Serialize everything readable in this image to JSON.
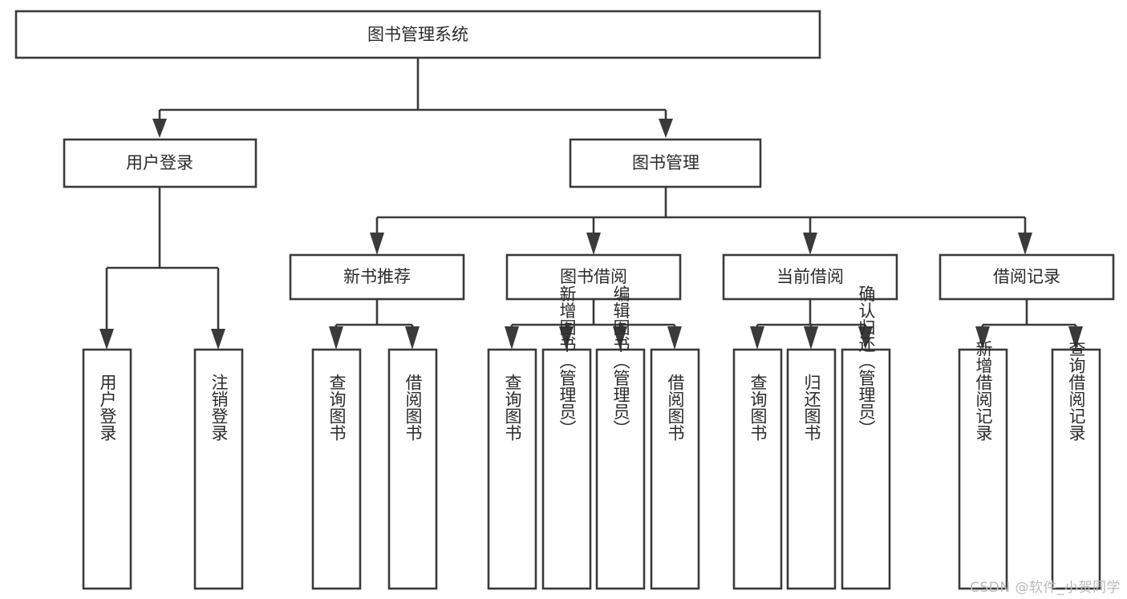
{
  "diagram": {
    "type": "tree-hierarchy",
    "title": "图书管理系统",
    "watermark": "CSDN @软件_小贺同学",
    "colors": {
      "stroke": "#3a3a3a",
      "fill": "#ffffff",
      "text": "#2b2b2b",
      "watermark": "#b9b9b9",
      "background": "#ffffff"
    },
    "root": {
      "label": "图书管理系统"
    },
    "level2": [
      {
        "label": "用户登录"
      },
      {
        "label": "图书管理"
      }
    ],
    "level3": [
      {
        "label": "新书推荐"
      },
      {
        "label": "图书借阅"
      },
      {
        "label": "当前借阅"
      },
      {
        "label": "借阅记录"
      }
    ],
    "leaves_user_login": [
      {
        "label": "用户登录"
      },
      {
        "label": "注销登录"
      }
    ],
    "leaves_new_book": [
      {
        "label": "查询图书"
      },
      {
        "label": "借阅图书"
      }
    ],
    "leaves_borrow": [
      {
        "label": "查询图书"
      },
      {
        "label": "新增图书（管理员）"
      },
      {
        "label": "编辑图书（管理员）"
      },
      {
        "label": "借阅图书"
      }
    ],
    "leaves_current": [
      {
        "label": "查询图书"
      },
      {
        "label": "归还图书"
      },
      {
        "label": "确认归还（管理员）"
      }
    ],
    "leaves_records": [
      {
        "label": "新增借阅记录"
      },
      {
        "label": "查询借阅记录"
      }
    ]
  }
}
